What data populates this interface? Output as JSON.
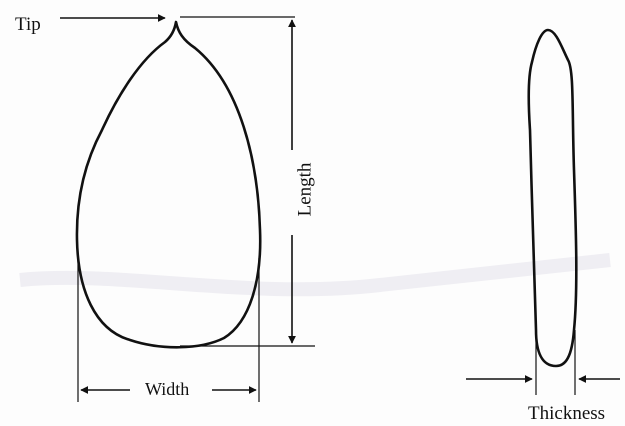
{
  "labels": {
    "tip": "Tip",
    "length": "Length",
    "width": "Width",
    "thickness": "Thickness"
  },
  "colors": {
    "ink": "#111111",
    "paper": "#fdfdfd",
    "smudge": "#c9c3d6"
  }
}
